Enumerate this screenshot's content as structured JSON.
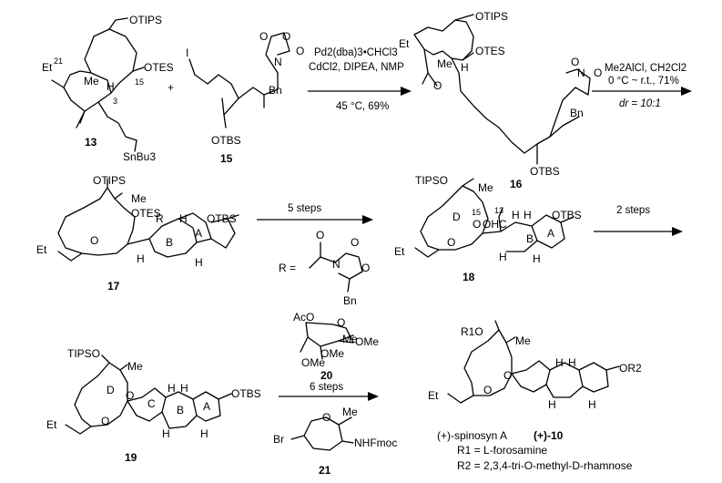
{
  "compounds": {
    "c13": {
      "label": "13",
      "otips": "OTIPS",
      "otes": "OTES",
      "et": "Et",
      "me": "Me",
      "h": "H",
      "n21": "21",
      "n15": "15",
      "n3": "3",
      "snbu3": "SnBu3"
    },
    "c15": {
      "label": "15",
      "i": "I",
      "otbs": "OTBS",
      "o1": "O",
      "o2": "O",
      "n": "N",
      "bn": "Bn",
      "o3": "O"
    },
    "c16": {
      "label": "16",
      "otips": "OTIPS",
      "otes": "OTES",
      "et": "Et",
      "me": "Me",
      "h": "H",
      "otbs": "OTBS",
      "o": "O",
      "n": "N",
      "bn": "Bn",
      "o2": "O",
      "o3": "O"
    },
    "c17": {
      "label": "17",
      "otips": "OTIPS",
      "otes": "OTES",
      "me": "Me",
      "r": "R",
      "h": "H",
      "otbs": "OTBS",
      "et": "Et",
      "o": "O",
      "ring_a": "A",
      "ring_b": "B"
    },
    "c18": {
      "label": "18",
      "tipso": "TIPSO",
      "me": "Me",
      "ring_d": "D",
      "n15": "15",
      "n13": "13",
      "ohc": "OHC",
      "h": "H",
      "otbs": "OTBS",
      "et": "Et",
      "o": "O",
      "ring_a": "A",
      "ring_b": "B"
    },
    "c19": {
      "label": "19",
      "tipso": "TIPSO",
      "me": "Me",
      "ring_d": "D",
      "ring_c": "C",
      "ring_b": "B",
      "ring_a": "A",
      "h": "H",
      "otbs": "OTBS",
      "et": "Et",
      "o": "O"
    },
    "c20": {
      "label": "20",
      "aco": "AcO",
      "ome1": "OMe",
      "ome2": "OMe",
      "ome3": "OMe",
      "me": "Me",
      "o": "O"
    },
    "c21": {
      "label": "21",
      "br": "Br",
      "me": "Me",
      "nhfmoc": "NHFmoc",
      "o": "O"
    },
    "c10": {
      "name": "(+)-spinosyn A",
      "label": "(+)-10",
      "r1o": "R1O",
      "me": "Me",
      "or2": "OR2",
      "h": "H",
      "et": "Et",
      "o": "O",
      "r1_def": "R1 = L-forosamine",
      "r2_def": "R2 = 2,3,4-tri-O-methyl-D-rhamnose"
    }
  },
  "r_group": {
    "r_eq": "R =",
    "o1": "O",
    "o2": "O",
    "n": "N",
    "o3": "O",
    "bn": "Bn"
  },
  "reactions": {
    "plus": "+",
    "step1": {
      "line1": "Pd2(dba)3•CHCl3",
      "line2": "CdCl2, DIPEA, NMP",
      "line3": "45 °C, 69%"
    },
    "step2": {
      "line1": "Me2AlCl, CH2Cl2",
      "line2": "0 °C ~ r.t., 71%",
      "line3": "dr = 10:1"
    },
    "step3": {
      "line1": "5 steps"
    },
    "step4": {
      "line1": "2 steps"
    },
    "step5": {
      "line1": "6 steps"
    }
  }
}
